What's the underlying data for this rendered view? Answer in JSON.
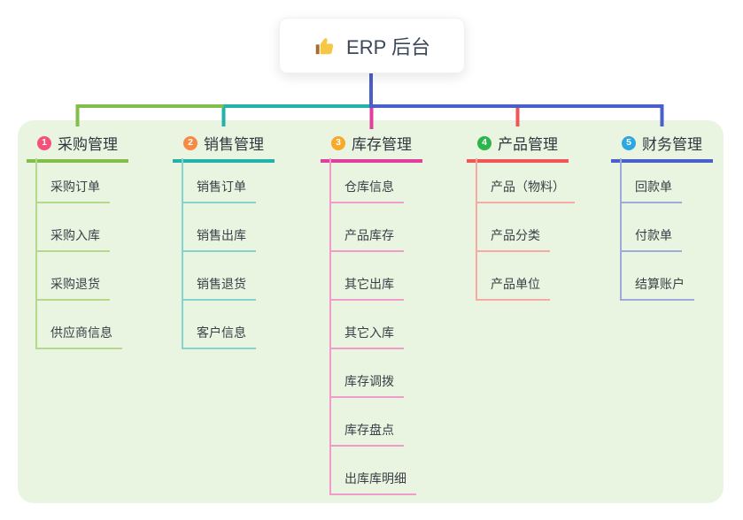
{
  "root": {
    "label": "ERP 后台",
    "icon": "thumbs-up"
  },
  "colors": {
    "panel_bg": "#e9f5e1",
    "stem_blue": "#4a5fc9",
    "root_text": "#3c4757",
    "thumb_yellow": "#f6c644",
    "thumb_cuff": "#a96b2c"
  },
  "branches": [
    {
      "num": "1",
      "title": "采购管理",
      "badge_color": "#f4517b",
      "line_color": "#82bf4a",
      "light_color": "#b4d98c",
      "children": [
        "采购订单",
        "采购入库",
        "采购退货",
        "供应商信息"
      ]
    },
    {
      "num": "2",
      "title": "销售管理",
      "badge_color": "#f78a44",
      "line_color": "#21b3a9",
      "light_color": "#84d3cc",
      "children": [
        "销售订单",
        "销售出库",
        "销售退货",
        "客户信息"
      ]
    },
    {
      "num": "3",
      "title": "库存管理",
      "badge_color": "#f7a92a",
      "line_color": "#e23e9b",
      "light_color": "#f09bca",
      "children": [
        "仓库信息",
        "产品库存",
        "其它出库",
        "其它入库",
        "库存调拨",
        "库存盘点",
        "出库库明细"
      ]
    },
    {
      "num": "4",
      "title": "产品管理",
      "badge_color": "#2db44c",
      "line_color": "#f05655",
      "light_color": "#f7a9a4",
      "children": [
        "产品（物料）",
        "产品分类",
        "产品单位"
      ]
    },
    {
      "num": "5",
      "title": "财务管理",
      "badge_color": "#2ea7e0",
      "line_color": "#4a5fc9",
      "light_color": "#9dabd8",
      "children": [
        "回款单",
        "付款单",
        "结算账户"
      ]
    }
  ]
}
